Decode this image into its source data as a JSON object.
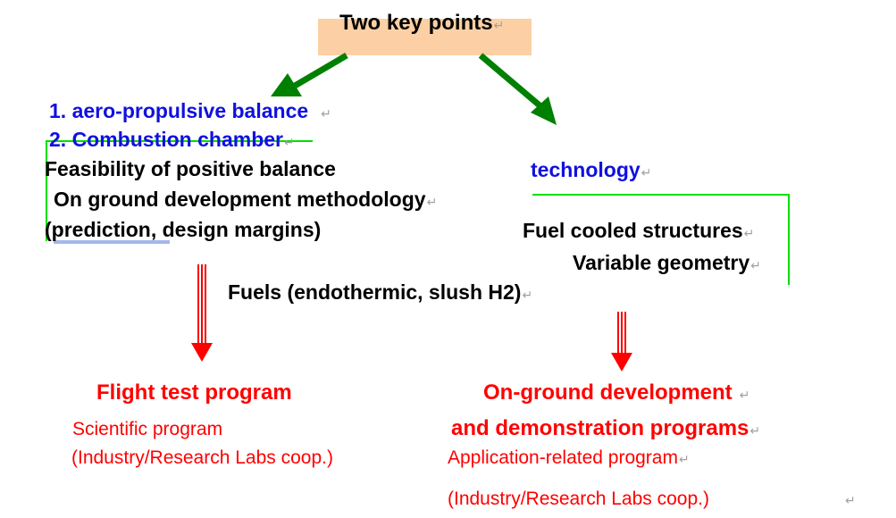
{
  "header": {
    "title": "Two key points"
  },
  "left_panel": {
    "item1": "1. aero-propulsive balance",
    "item2": "2. Combustion chamber",
    "line1": "Feasibility of positive balance",
    "line2": "On ground development methodology",
    "line3_link": "prediction",
    "line3_rest": ", design margins)",
    "line3_open": "("
  },
  "right_panel": {
    "title": "technology",
    "line1": "Fuel cooled structures",
    "line2": "Variable geometry"
  },
  "center": {
    "fuels": "Fuels (endothermic, slush H2)"
  },
  "left_outcome": {
    "title": "Flight test program",
    "sub1": "Scientific program",
    "sub2": "(Industry/Research Labs coop.)"
  },
  "right_outcome": {
    "title1": "On-ground development",
    "title2": "and demonstration programs",
    "sub1": "Application-related program",
    "sub2": "(Industry/Research Labs coop.)"
  },
  "marks": {
    "paragraph": "↵"
  },
  "colors": {
    "header_bg": "#fcd0a4",
    "green_arrow": "#008000",
    "green_bracket": "#00e000",
    "red": "#ff0000",
    "blue": "#1010e0"
  }
}
